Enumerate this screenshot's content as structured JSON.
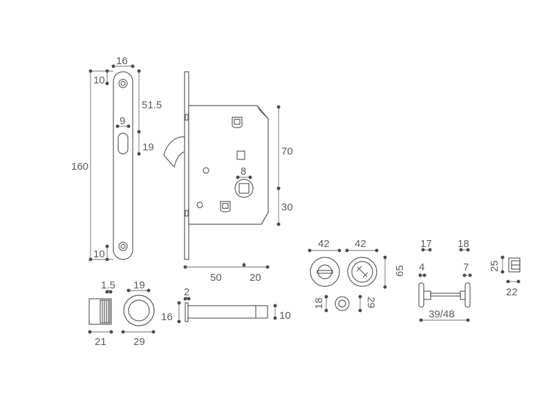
{
  "palette": {
    "line": "#5a5a5a",
    "dot": "#4a4a4a",
    "text": "#5a5a5a",
    "background": "#ffffff"
  },
  "faceplate": {
    "width": "16",
    "top_hole_offset": "10",
    "bottom_hole_offset": "10",
    "height": "160",
    "slot_offset": "51.5",
    "slot_width": "9",
    "slot_height": "19"
  },
  "lock_body": {
    "backset": "50",
    "front_depth": "20",
    "upper_height": "70",
    "lower_height": "30",
    "spindle": "8"
  },
  "escutcheons": {
    "left_width": "42",
    "right_width": "42",
    "height": "65",
    "knob_diameter": "18",
    "knob_length": "29"
  },
  "thumb_turn": {
    "spindle_top": "17",
    "spindle_right": "18",
    "collar_left": "4",
    "collar_right": "7",
    "door_thickness": "39/48"
  },
  "keeper": {
    "height": "25",
    "width": "22"
  },
  "flush_pull": {
    "flange": "1.5",
    "inner": "19",
    "depth": "21",
    "outer": "29"
  },
  "spindle_rod": {
    "flange": "2",
    "head": "16",
    "tip": "10"
  }
}
